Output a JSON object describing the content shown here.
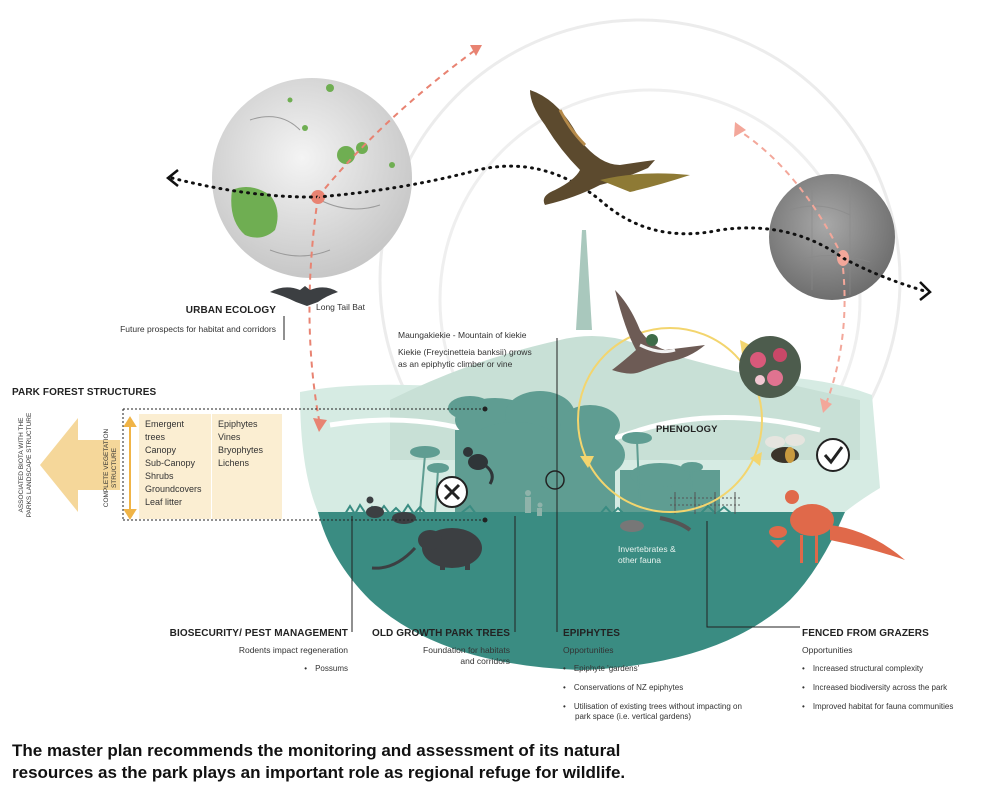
{
  "caption": {
    "line1": "The master plan recommends the monitoring and assessment of its natural",
    "line2": "resources as the park plays an important role as regional refuge for wildlife."
  },
  "urban_ecology": {
    "title": "URBAN ECOLOGY",
    "desc": "Future prospects for habitat and corridors",
    "bat_label": "Long Tail Bat"
  },
  "maungakiekie": {
    "title": "Maungakiekie - Mountain of kiekie",
    "desc_line1": "Kiekie (Freycinetteia banksii) grows",
    "desc_line2": "as an epiphytic climber or vine"
  },
  "phenology": {
    "label": "PHENOLOGY"
  },
  "invertebrates": {
    "line1": "Invertebrates &",
    "line2": "other fauna"
  },
  "park_forest": {
    "title": "PARK FOREST STRUCTURES",
    "vertical_outer_line1": "ASSOCIATED BIOTA WITH THE",
    "vertical_outer_line2": "PARKS LANDSCAPE STRUCTURE",
    "vertical_inner_line1": "COMPLETE VEGETATION",
    "vertical_inner_line2": "STRUCTURE",
    "layers": [
      "Emergent",
      "trees",
      "Canopy",
      "Sub-Canopy",
      "Shrubs",
      "Groundcovers",
      "Leaf litter"
    ],
    "others": [
      "Epiphytes",
      "Vines",
      "Bryophytes",
      "Lichens"
    ]
  },
  "biosecurity": {
    "title": "BIOSECURITY/ PEST MANAGEMENT",
    "desc": "Rodents impact regeneration",
    "bullets": [
      "Possums"
    ]
  },
  "old_growth": {
    "title": "OLD GROWTH PARK TREES",
    "desc_line1": "Foundation for habitats",
    "desc_line2": "and corridors"
  },
  "epiphytes": {
    "title": "EPIPHYTES",
    "desc": "Opportunities",
    "bullets": [
      "Epiphyte 'gardens'",
      "Conservations of NZ epiphytes",
      "Utilisation of existing trees without impacting on"
    ],
    "bullet3_cont": "park space (i.e. vertical gardens)"
  },
  "fenced": {
    "title": "FENCED FROM GRAZERS",
    "desc": "Opportunities",
    "bullets": [
      "Increased structural complexity",
      "Increased biodiversity across the park",
      "Improved habitat for fauna communities"
    ]
  },
  "colors": {
    "teal": "#3a8c82",
    "mint": "#d6ebe3",
    "forest": "#5f9d92",
    "salmon": "#e88372",
    "yellow": "#f3d56e",
    "orange_arrow": "#f5d79a",
    "bird_orange": "#e0694a",
    "dark_silhouette": "#3c3f42",
    "map_green": "#6fae52"
  }
}
